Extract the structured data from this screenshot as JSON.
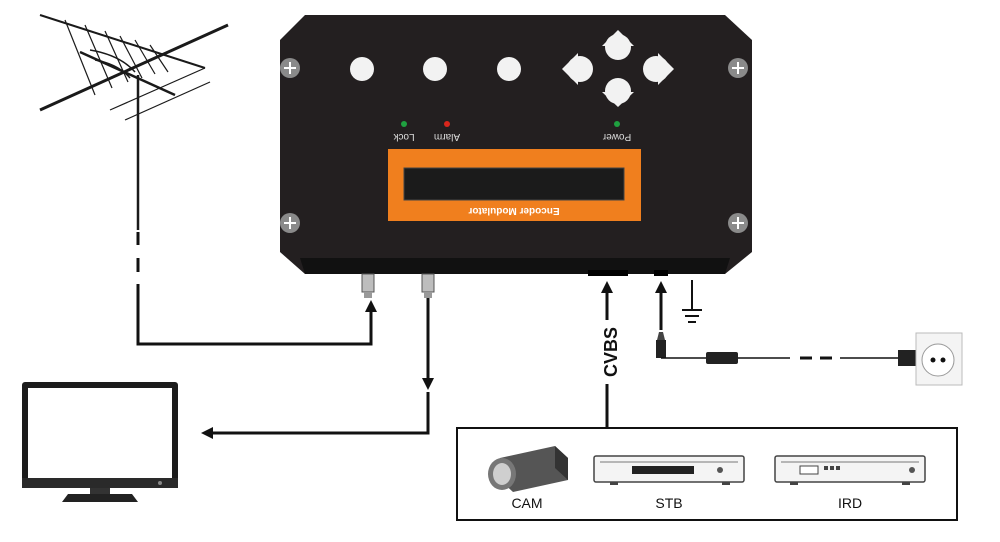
{
  "device": {
    "panel_label": "Encoder Modulator",
    "led_lock": "Lock",
    "led_alarm": "Alarm",
    "led_power": "Power"
  },
  "signal_label": "CVBS",
  "sources": [
    {
      "label": "CAM"
    },
    {
      "label": "STB"
    },
    {
      "label": "IRD"
    }
  ],
  "colors": {
    "device_body": "#231f20",
    "panel_orange": "#f07f1e",
    "led_green": "#1fa040",
    "led_red": "#d9261c",
    "line": "#111111"
  },
  "icons": [
    "antenna-icon",
    "tv-monitor-icon",
    "camera-icon",
    "set-top-box-icon",
    "ird-receiver-icon",
    "power-socket-icon",
    "ground-icon",
    "dc-plug-icon"
  ]
}
